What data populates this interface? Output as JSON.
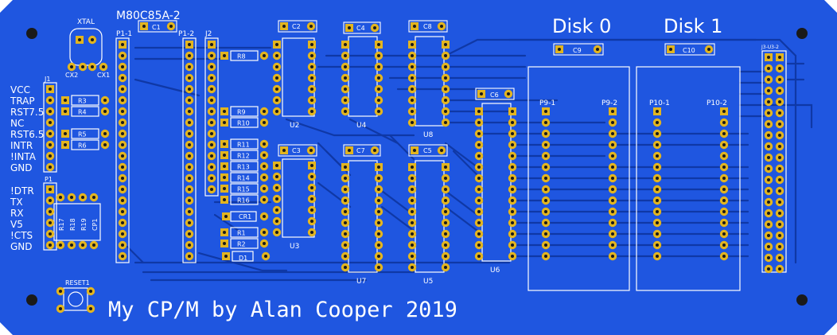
{
  "board": {
    "name": "M80C85A-2",
    "credit": "My CP/M by Alan Cooper 2019",
    "disk0": "Disk 0",
    "disk1": "Disk 1"
  },
  "colors": {
    "board": "#1f56e0",
    "board_edge": "#2a60e8",
    "trace": "#0f38a6",
    "silk": "#ffffff",
    "pad": "#e3b51f",
    "hole": "#1a1a1a"
  },
  "labels": {
    "xtal": "XTAL",
    "cx2": "CX2",
    "cx1": "CX1",
    "p1_1": "P1-1",
    "p1_2": "P1-2",
    "j2": "J2",
    "j1": "J1",
    "p1": "P1",
    "c1": "C1",
    "c2": "C2",
    "c3": "C3",
    "c4": "C4",
    "c5": "C5",
    "c6": "C6",
    "c7": "C7",
    "c8": "C8",
    "c9": "C9",
    "c10": "C10",
    "r1": "R1",
    "r2": "R2",
    "r3": "R3",
    "r4": "R4",
    "r5": "R5",
    "r6": "R6",
    "r8": "R8",
    "r9": "R9",
    "r10": "R10",
    "r11": "R11",
    "r12": "R12",
    "r13": "R13",
    "r14": "R14",
    "r15": "R15",
    "r16": "R16",
    "r17": "R17",
    "r18": "R18",
    "r19": "R19",
    "cp1": "CP1",
    "cr1": "CR1",
    "d1": "D1",
    "u2": "U2",
    "u3": "U3",
    "u4": "U4",
    "u5": "U5",
    "u6": "U6",
    "u7": "U7",
    "u8": "U8",
    "p9_1": "P9-1",
    "p9_2": "P9-2",
    "p10_1": "P10-1",
    "p10_2": "P10-2",
    "j3": "J3-U3-2",
    "reset": "RESET1"
  },
  "j1_pins": [
    "VCC",
    "TRAP",
    "RST7.5",
    "NC",
    "RST6.5",
    "INTR",
    "!INTA",
    "GND"
  ],
  "p1_pins": [
    "!DTR",
    "TX",
    "RX",
    "V5",
    "!CTS",
    "GND"
  ]
}
